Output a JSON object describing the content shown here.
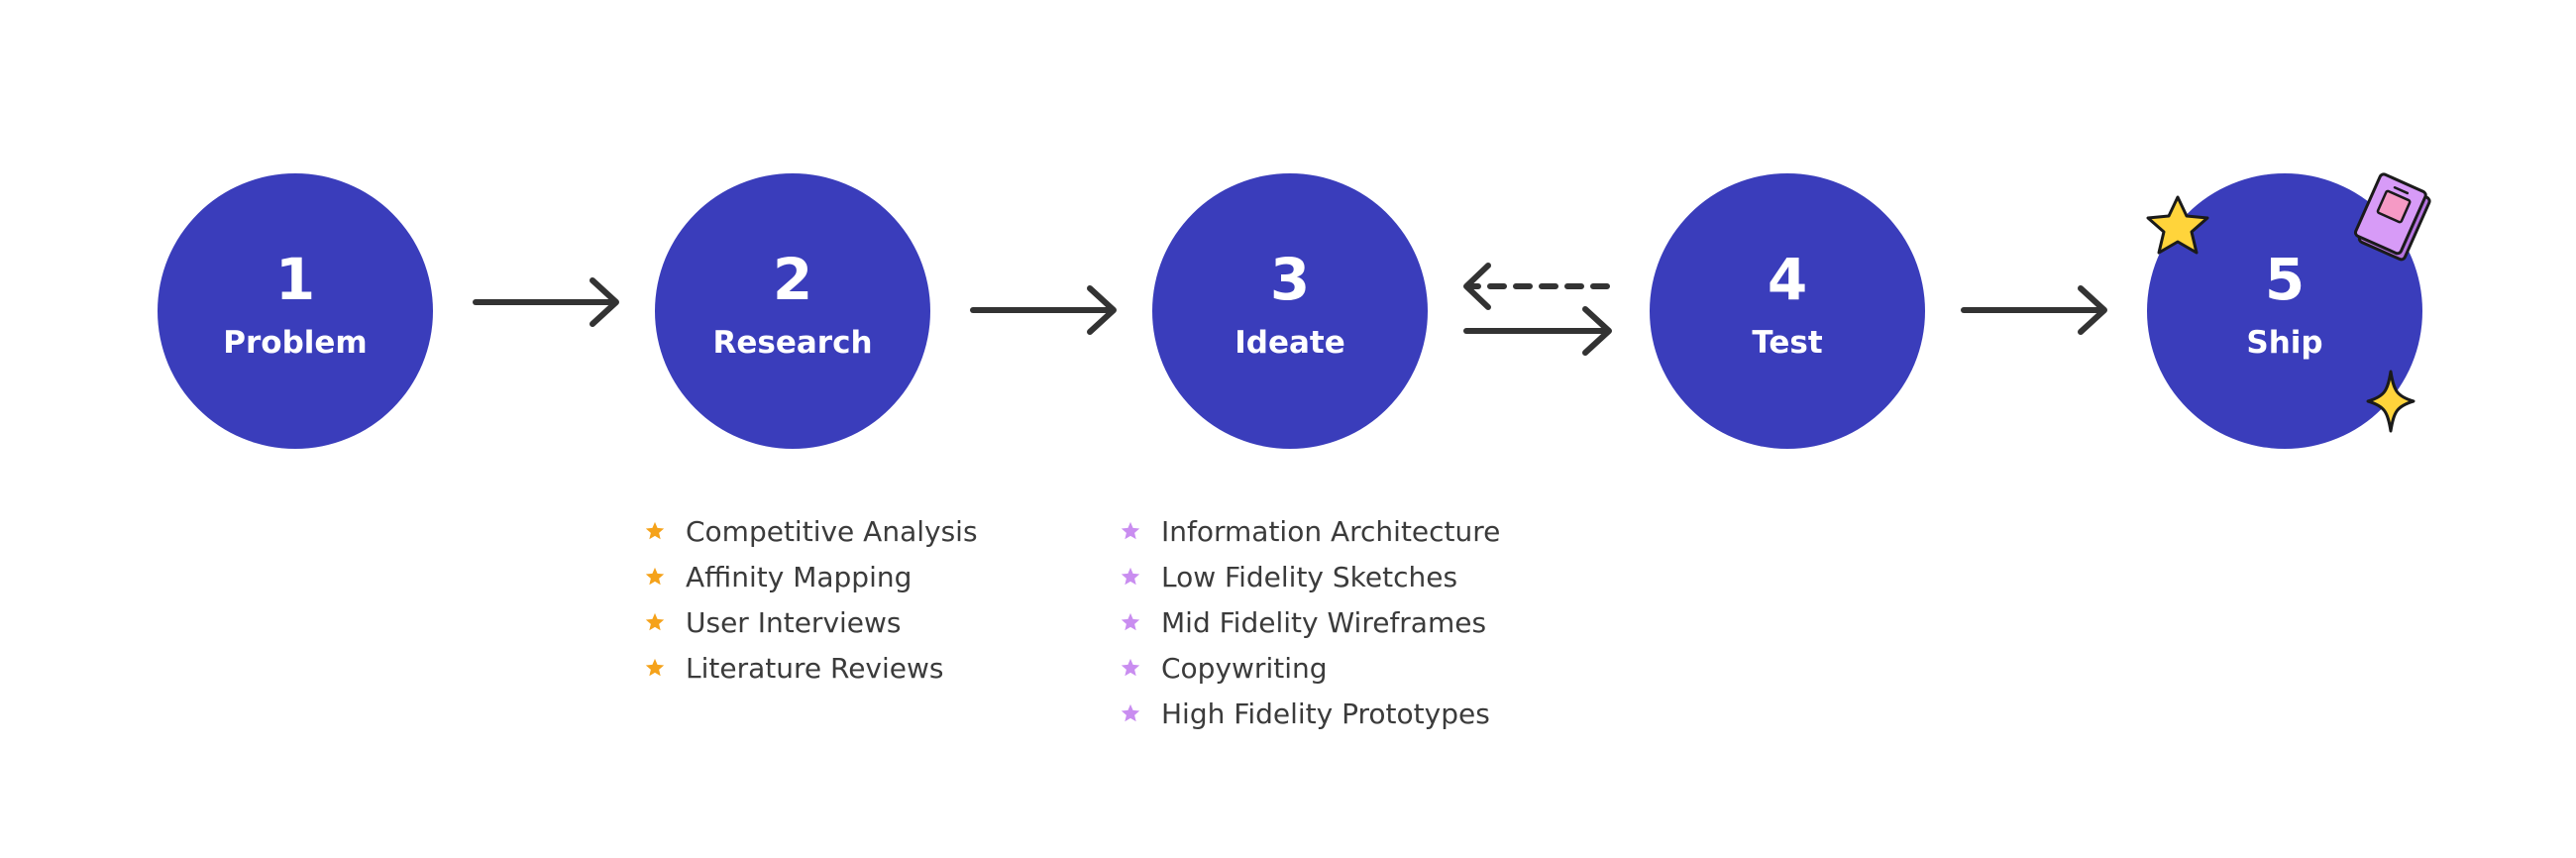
{
  "steps": [
    {
      "number": "1",
      "label": "Problem"
    },
    {
      "number": "2",
      "label": "Research"
    },
    {
      "number": "3",
      "label": "Ideate"
    },
    {
      "number": "4",
      "label": "Test"
    },
    {
      "number": "5",
      "label": "Ship"
    }
  ],
  "research_methods": [
    "Competitive Analysis",
    "Affinity Mapping",
    "User Interviews",
    "Literature Reviews"
  ],
  "ideate_methods": [
    "Information Architecture",
    "Low Fidelity Sketches",
    "Mid Fidelity Wireframes",
    "Copywriting",
    "High Fidelity Prototypes"
  ],
  "icons": {
    "research_bullet": "orange-star-icon",
    "ideate_bullet": "purple-star-icon",
    "ship_decor": [
      "yellow-star-icon",
      "purple-book-icon",
      "yellow-sparkle-icon"
    ]
  },
  "colors": {
    "step_fill": "#3a3dbb",
    "step_text": "#ffffff",
    "arrow": "#333333",
    "research_bullet": "#f5a21a",
    "ideate_bullet": "#c98df0",
    "list_text": "#3b3b3b",
    "star_yellow": "#ffd43b",
    "book_purple": "#d79bf7",
    "book_inner": "#f59ac5"
  }
}
